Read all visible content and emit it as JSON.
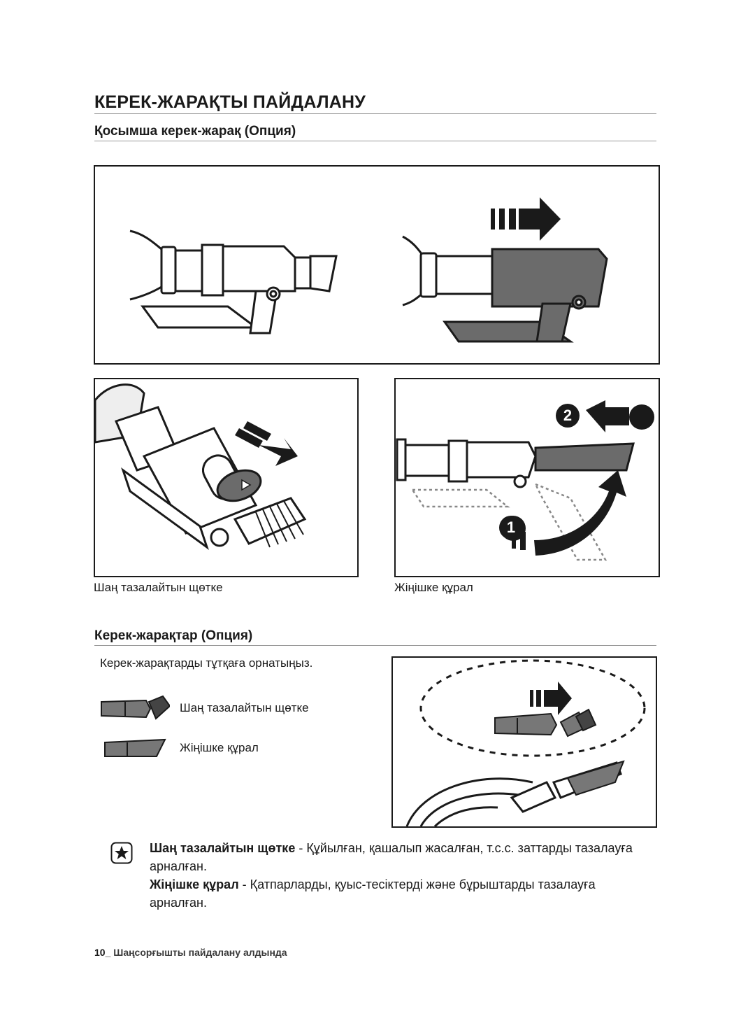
{
  "title": "КЕРЕК-ЖАРАҚТЫ ПАЙДАЛАНУ",
  "section1": {
    "heading": "Қосымша керек-жарақ (Опция)",
    "left_caption": "Шаң тазалайтын щөтке",
    "right_caption": "Жіңішке құрал",
    "step_badges": [
      "2",
      "1"
    ]
  },
  "section2": {
    "heading": "Керек-жарақтар (Опция)",
    "instruction": "Керек-жарақтарды тұтқаға орнатыңыз.",
    "items": [
      {
        "label": "Шаң тазалайтын щөтке"
      },
      {
        "label": "Жіңішке құрал"
      }
    ]
  },
  "note": {
    "icon": "star-icon",
    "term1": "Шаң тазалайтын щөтке",
    "desc1": " - Құйылған, қашалып жасалған, т.с.с. заттарды тазалауға арналған.",
    "term2": "Жіңішке құрал",
    "desc2": " - Қатпарларды, қуыс-тесіктерді және бұрыштарды тазалауға арналған."
  },
  "footer": {
    "page_number": "10_",
    "text": "Шаңсорғышты пайдалану алдында"
  }
}
